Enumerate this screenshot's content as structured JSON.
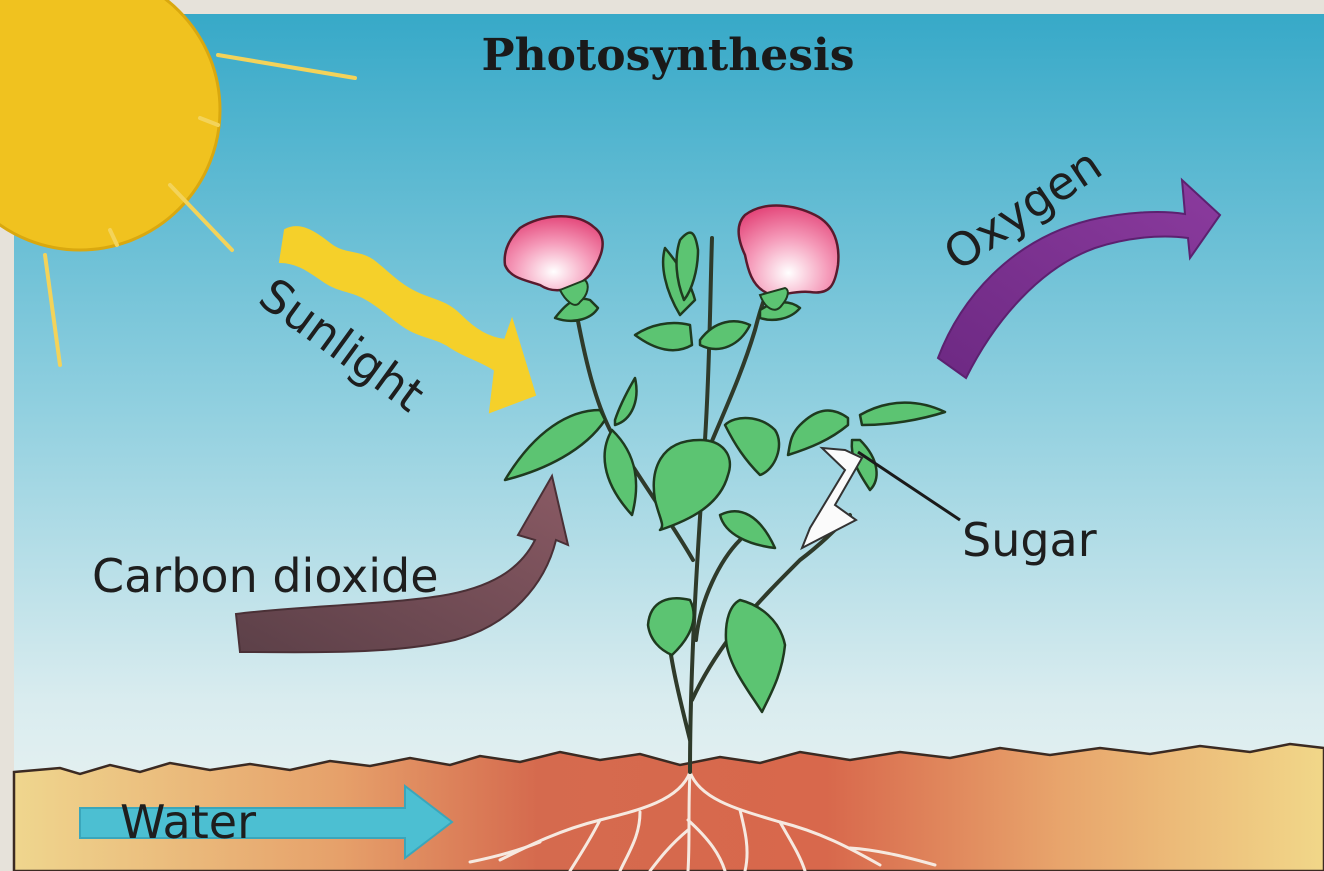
{
  "diagram": {
    "title": "Photosynthesis",
    "labels": {
      "sunlight": "Sunlight",
      "oxygen": "Oxygen",
      "carbon_dioxide": "Carbon dioxide",
      "sugar": "Sugar",
      "water": "Water"
    },
    "colors": {
      "sky_top": "#3aaac9",
      "sky_bottom": "#e4eef0",
      "sun": "#f0c21f",
      "sunlight_arrow": "#f5d02a",
      "oxygen_arrow": "#7b2f8f",
      "co2_arrow": "#6e4a52",
      "sugar_arrow": "#fbfbfb",
      "water_arrow": "#4cbfd2",
      "soil": "#d36a4e",
      "sand": "#ecd08a",
      "leaf": "#5cc472",
      "flower": "#ee4a7c"
    }
  }
}
